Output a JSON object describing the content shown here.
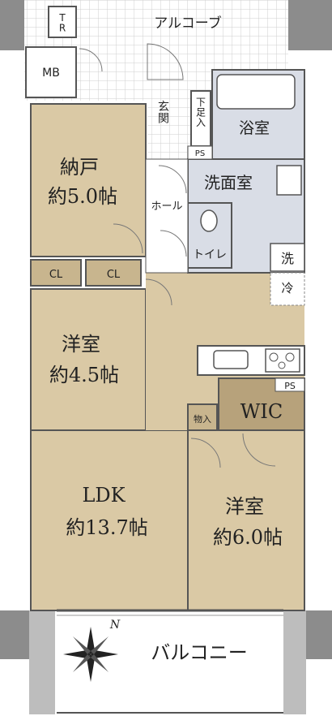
{
  "labels": {
    "tr": "T\nR",
    "mb": "MB",
    "alcove": "アルコーブ",
    "bath": "浴室",
    "geta": "下\n足\n入",
    "genkan": "玄\n関",
    "ps1": "PS",
    "senmen": "洗面室",
    "hall": "ホール",
    "toilet": "トイレ",
    "sen": "洗",
    "rei": "冷",
    "nando_name": "納戸",
    "nando_size": "約5.0帖",
    "cl1": "CL",
    "cl2": "CL",
    "western1_name": "洋室",
    "western1_size": "約4.5帖",
    "ps2": "PS",
    "wic": "WIC",
    "mono": "物入",
    "ldk_name": "LDK",
    "ldk_size": "約13.7帖",
    "western2_name": "洋室",
    "western2_size": "約6.0帖",
    "balcony": "バルコニー",
    "north": "N"
  },
  "colors": {
    "room": "#dac9a5",
    "wet": "#d9dde6",
    "closet": "#c8b58e",
    "wic": "#b7a27b",
    "outer": "#8c8c8c",
    "wall": "#555555",
    "grid": "#cfcfcf"
  }
}
